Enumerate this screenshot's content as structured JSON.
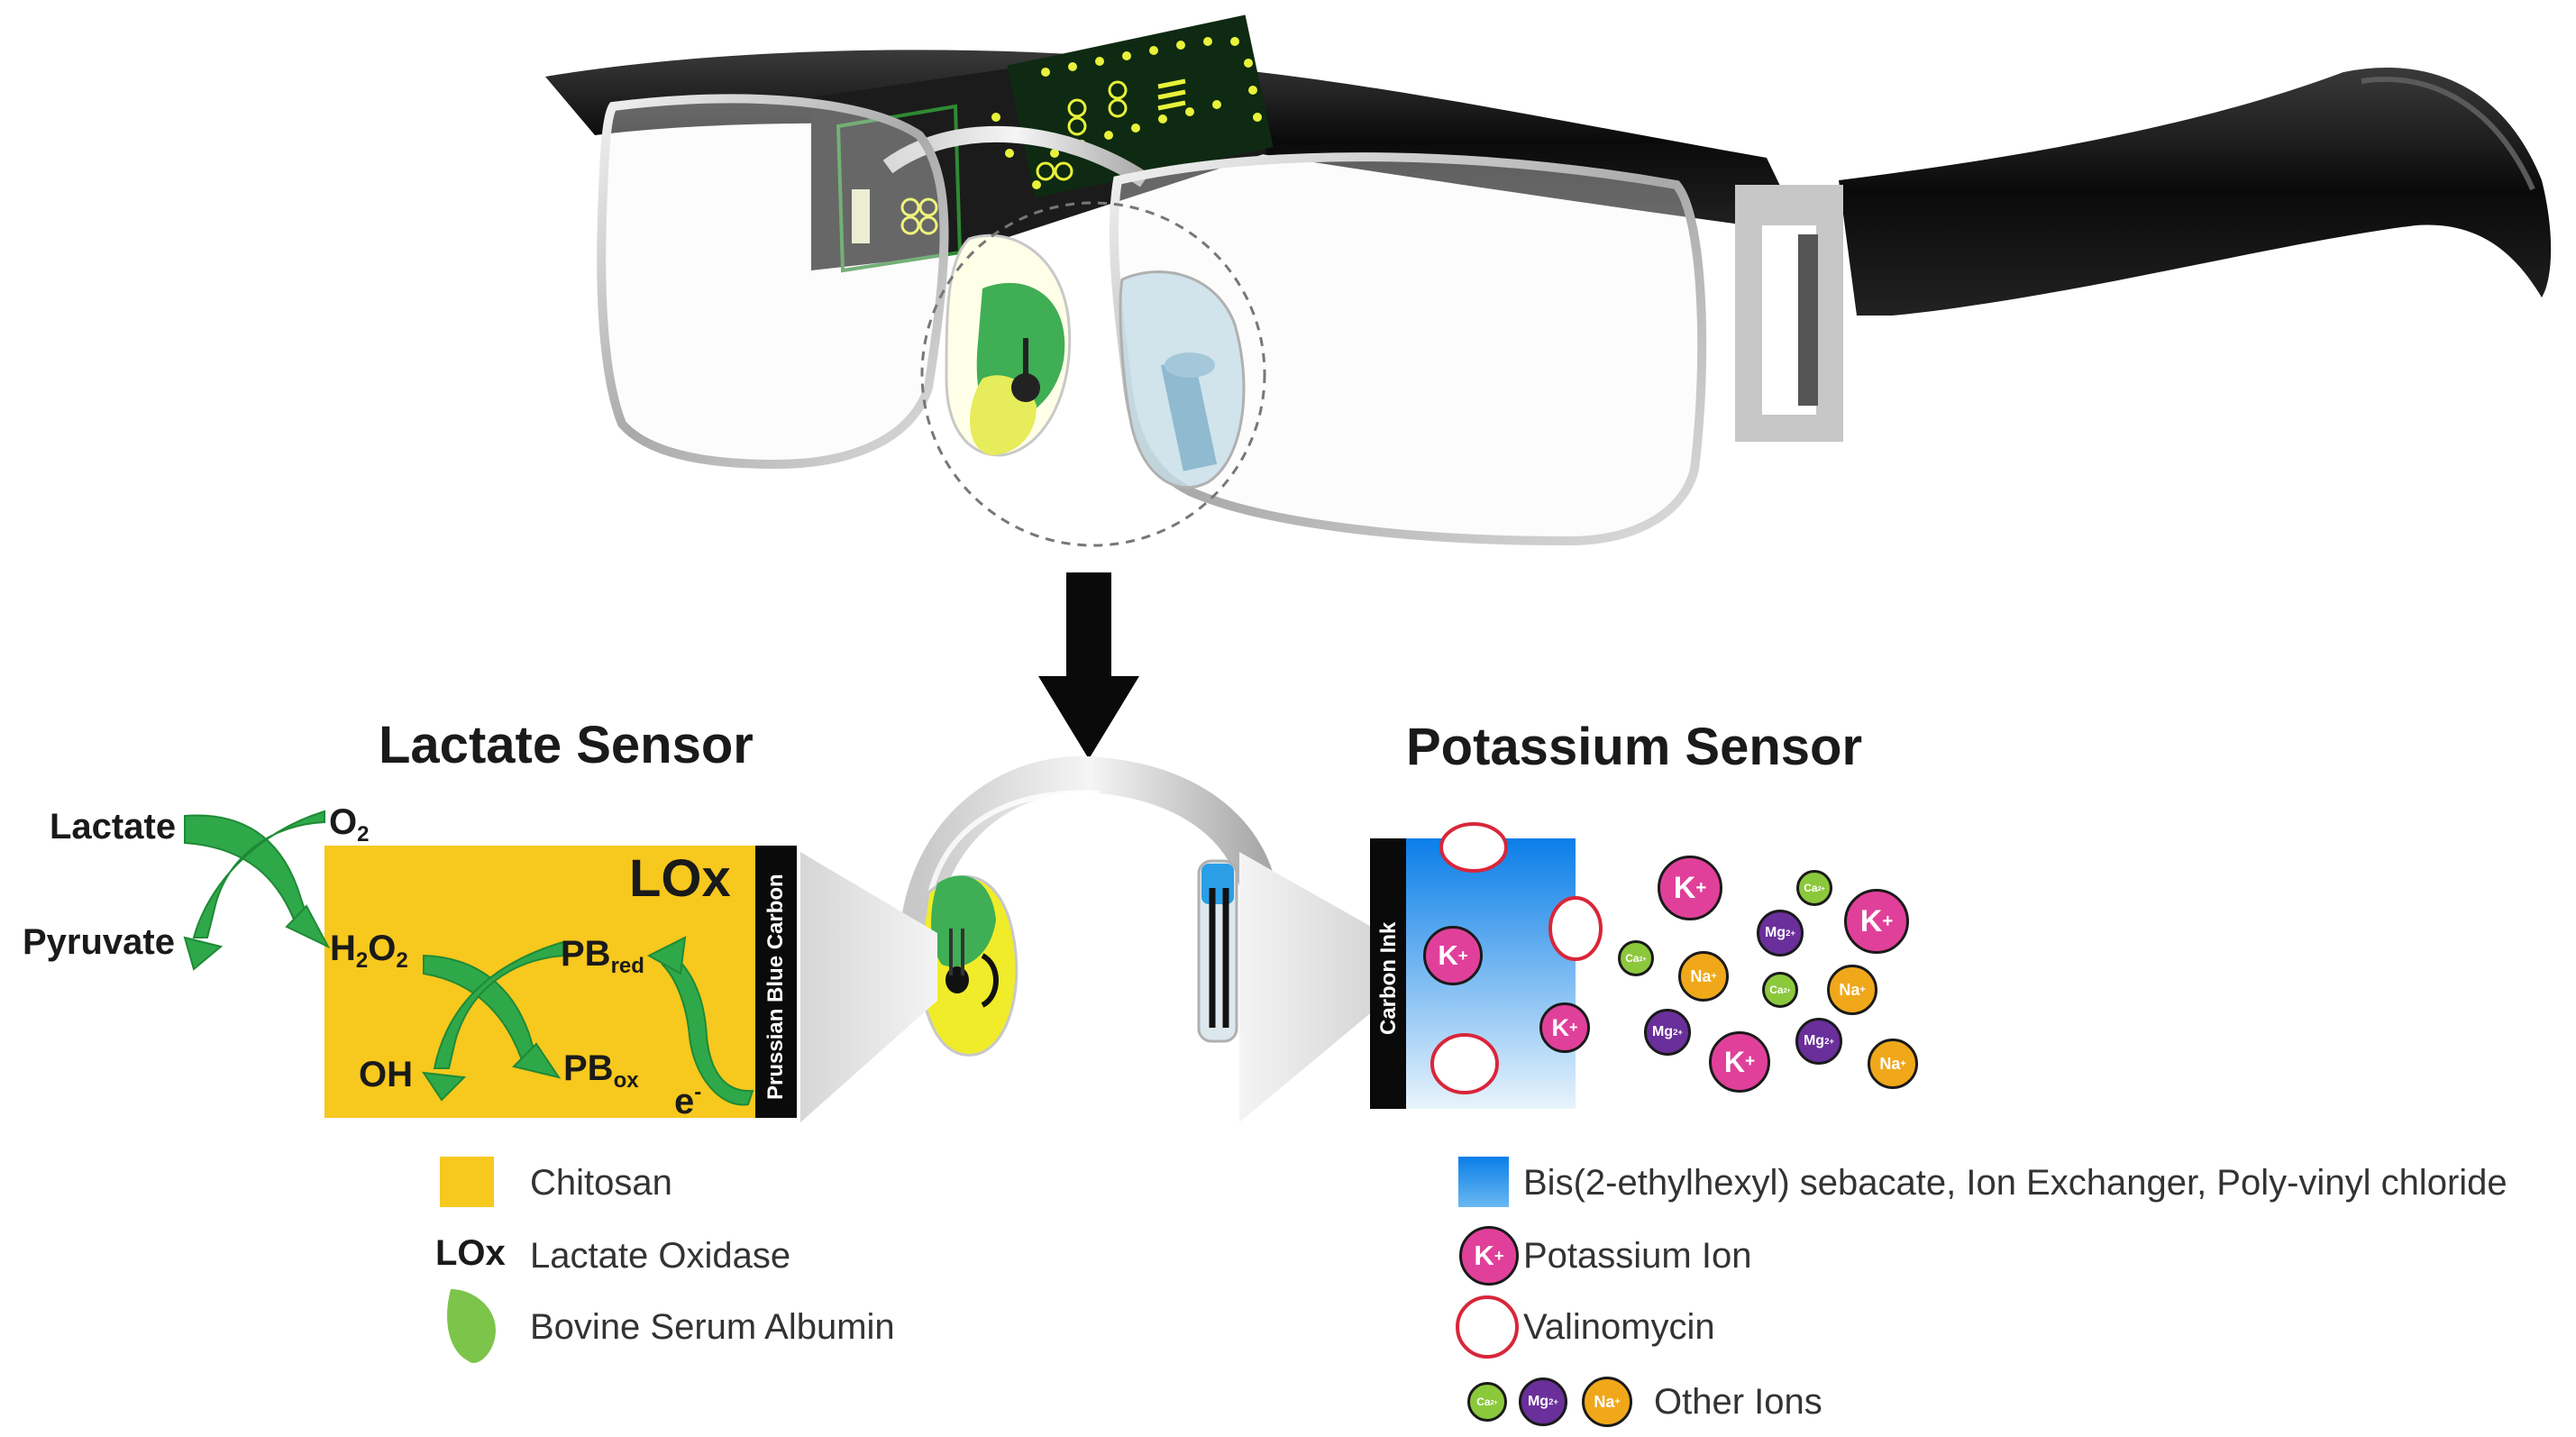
{
  "titles": {
    "lactate_sensor": "Lactate Sensor",
    "potassium_sensor": "Potassium Sensor"
  },
  "lactate_reaction": {
    "lactate": "Lactate",
    "pyruvate": "Pyruvate",
    "o2_main": "O",
    "o2_sub": "2",
    "h2o2_h": "H",
    "h2o2_sub1": "2",
    "h2o2_o": "O",
    "h2o2_sub2": "2",
    "oh": "OH",
    "pb_red_main": "PB",
    "pb_red_sub": "red",
    "pb_ox_main": "PB",
    "pb_ox_sub": "ox",
    "electron_main": "e",
    "electron_sup": "-",
    "lox": "LOx",
    "electrode_label": "Prussian Blue Carbon"
  },
  "potassium_panel": {
    "electrode_label": "Carbon Ink",
    "k_ion": "K",
    "k_charge": "+",
    "mg_ion": "Mg",
    "mg_charge": "2+",
    "na_ion": "Na",
    "na_charge": "+",
    "ca_ion": "Ca",
    "ca_charge": "2+"
  },
  "legend_left": {
    "chitosan": "Chitosan",
    "lox_symbol": "LOx",
    "lactate_oxidase": "Lactate Oxidase",
    "bsa": "Bovine Serum Albumin"
  },
  "legend_right": {
    "membrane": "Bis(2-ethylhexyl) sebacate, Ion Exchanger, Poly-vinyl chloride",
    "potassium_ion": "Potassium Ion",
    "valinomycin": "Valinomycin",
    "other_ions": "Other Ions"
  },
  "colors": {
    "chitosan_yellow": "#f7c81e",
    "enzyme_green": "#3aa64a",
    "arrow_green": "#2fa84a",
    "potassium_pink": "#e0409a",
    "magnesium_purple": "#6a2f9a",
    "sodium_orange": "#f0a81a",
    "calcium_green": "#8cc83c",
    "membrane_blue": "#1e8ee8",
    "valinomycin_red": "#d9263a",
    "frame_black": "#111111"
  }
}
